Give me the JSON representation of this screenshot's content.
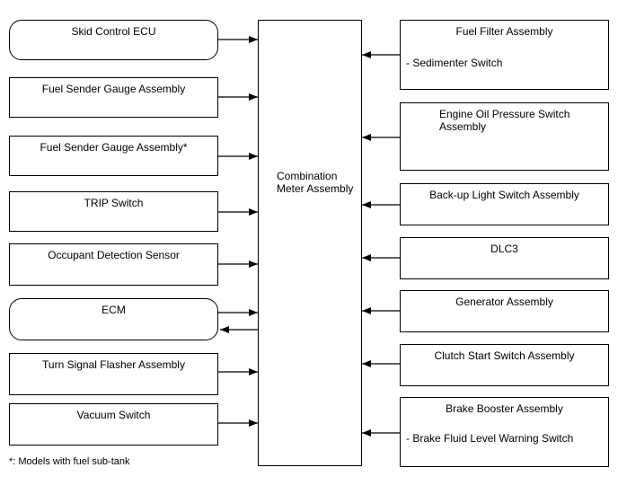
{
  "center": {
    "label": "Combination Meter Assembly"
  },
  "left_boxes": [
    {
      "label": "Skid Control ECU"
    },
    {
      "label": "Fuel Sender Gauge Assembly"
    },
    {
      "label": "Fuel Sender Gauge Assembly*"
    },
    {
      "label": "TRIP Switch"
    },
    {
      "label": "Occupant Detection Sensor"
    },
    {
      "label": "ECM"
    },
    {
      "label": "Turn Signal Flasher Assembly"
    },
    {
      "label": "Vacuum Switch"
    }
  ],
  "right_boxes": [
    {
      "label": "Fuel Filter Assembly",
      "sub": "- Sedimenter Switch"
    },
    {
      "label": "Engine Oil Pressure Switch Assembly"
    },
    {
      "label": "Back-up Light Switch Assembly"
    },
    {
      "label": "DLC3"
    },
    {
      "label": "Generator Assembly"
    },
    {
      "label": "Clutch Start Switch Assembly"
    },
    {
      "label": "Brake Booster Assembly",
      "sub": "- Brake Fluid Level Warning Switch"
    }
  ],
  "footnote": "*: Models with fuel sub-tank"
}
